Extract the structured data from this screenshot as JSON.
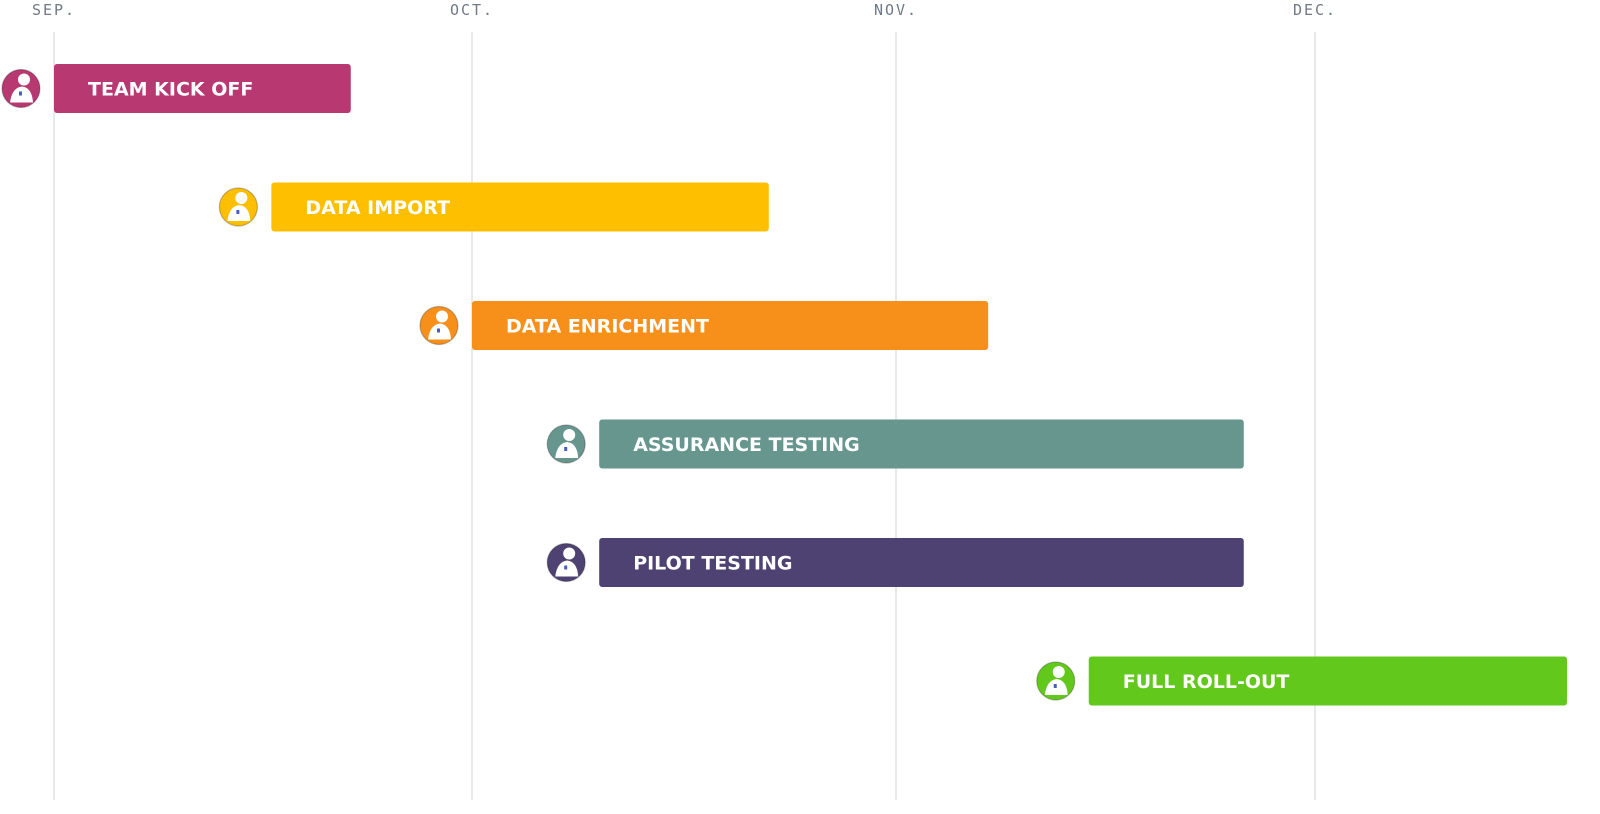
{
  "chart_data": {
    "type": "gantt",
    "months": [
      "SEP.",
      "OCT.",
      "NOV.",
      "DEC."
    ],
    "month_colors": {
      "gridline": "#dfe3e0",
      "label": "#6f7a86"
    },
    "x_unit": "month index (0 = start of SEP., 1 = start of OCT., 2 = start of NOV., 3 = start of DEC.)",
    "tasks": [
      {
        "name": "TEAM KICK OFF",
        "start": 0.0,
        "end": 0.71,
        "color": "#b83872",
        "icon": "person-avatar-icon"
      },
      {
        "name": "DATA IMPORT",
        "start": 0.52,
        "end": 1.7,
        "color": "#fdbf00",
        "icon": "person-avatar-icon"
      },
      {
        "name": "DATA ENRICHMENT",
        "start": 1.0,
        "end": 2.22,
        "color": "#f7901a",
        "icon": "person-avatar-icon"
      },
      {
        "name": "ASSURANCE TESTING",
        "start": 1.3,
        "end": 2.83,
        "color": "#66968e",
        "icon": "person-avatar-icon"
      },
      {
        "name": "PILOT TESTING",
        "start": 1.3,
        "end": 2.83,
        "color": "#4e4272",
        "icon": "person-avatar-icon"
      },
      {
        "name": "FULL ROLL-OUT",
        "start": 2.46,
        "end": 3.6,
        "color": "#62c91c",
        "icon": "person-avatar-icon"
      }
    ]
  }
}
